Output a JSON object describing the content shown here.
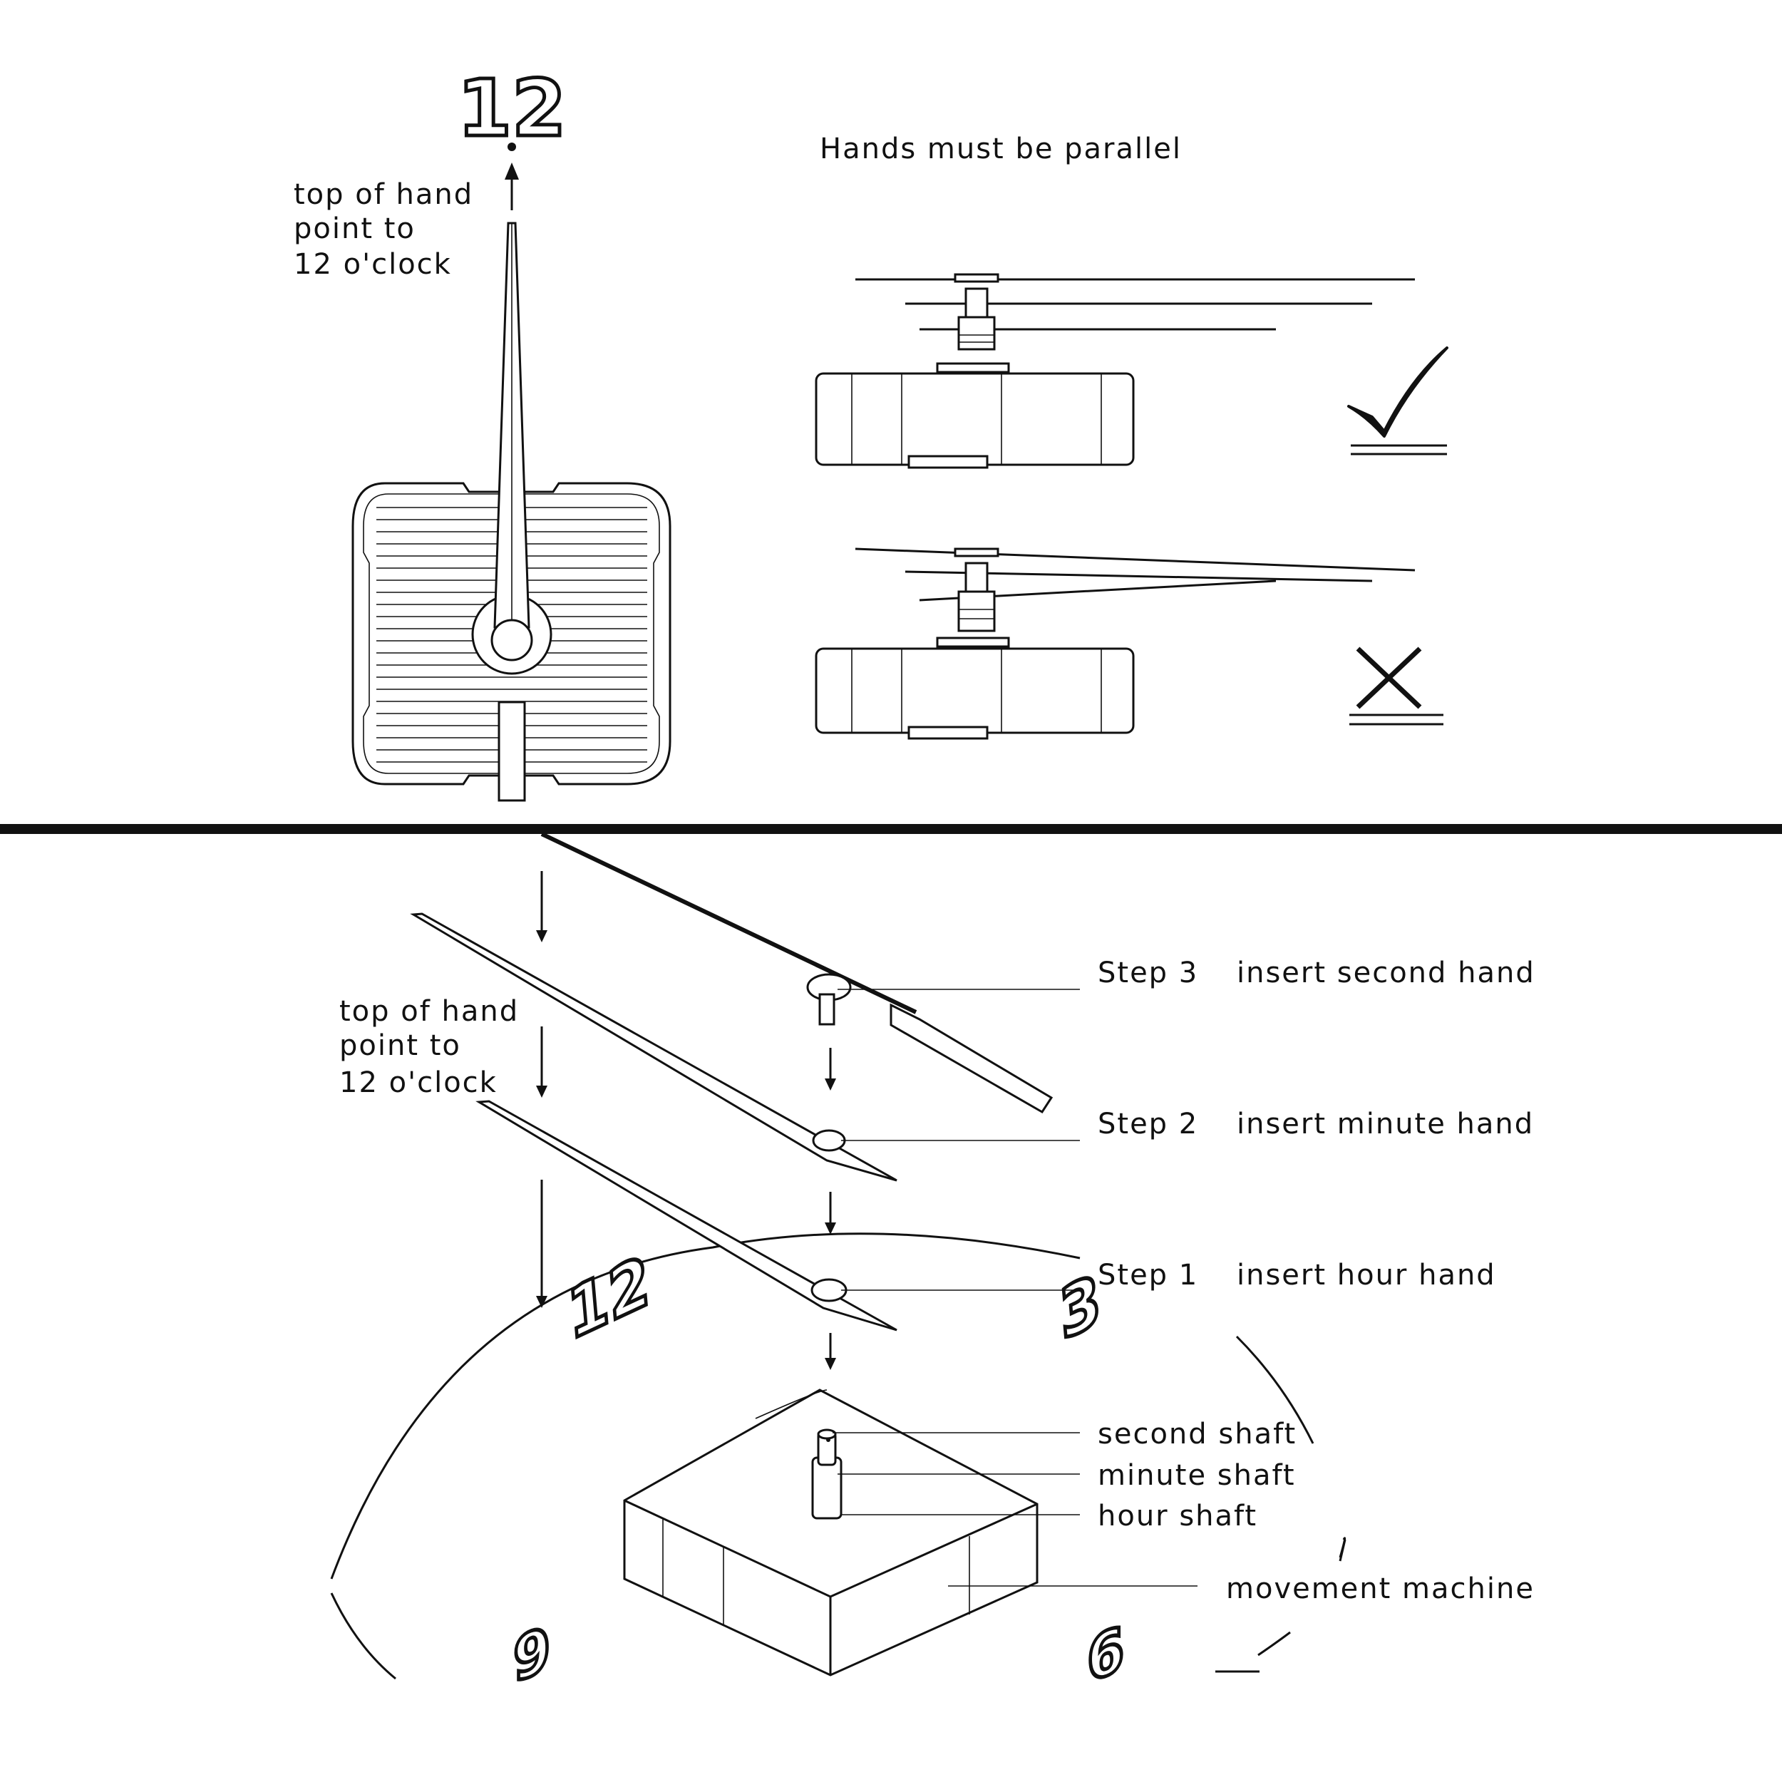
{
  "top": {
    "clock_number_12": "12",
    "hand_instruction": [
      "top of hand",
      "point to",
      "12 o'clock"
    ],
    "parallel_title": "Hands must be parallel",
    "correct_mark_icon": "checkmark-icon",
    "wrong_mark_icon": "cross-icon"
  },
  "bottom": {
    "hand_instruction": [
      "top of hand",
      "point to",
      "12 o'clock"
    ],
    "steps": [
      {
        "step": "Step 3",
        "text": "insert second hand"
      },
      {
        "step": "Step 2",
        "text": "insert minute hand"
      },
      {
        "step": "Step 1",
        "text": "insert hour hand"
      }
    ],
    "parts": [
      "second shaft",
      "minute shaft",
      "hour shaft",
      "movement  machine"
    ],
    "dial_numbers": [
      "12",
      "3",
      "9",
      "6"
    ]
  },
  "colors": {
    "line": "#111111",
    "background": "#ffffff"
  }
}
